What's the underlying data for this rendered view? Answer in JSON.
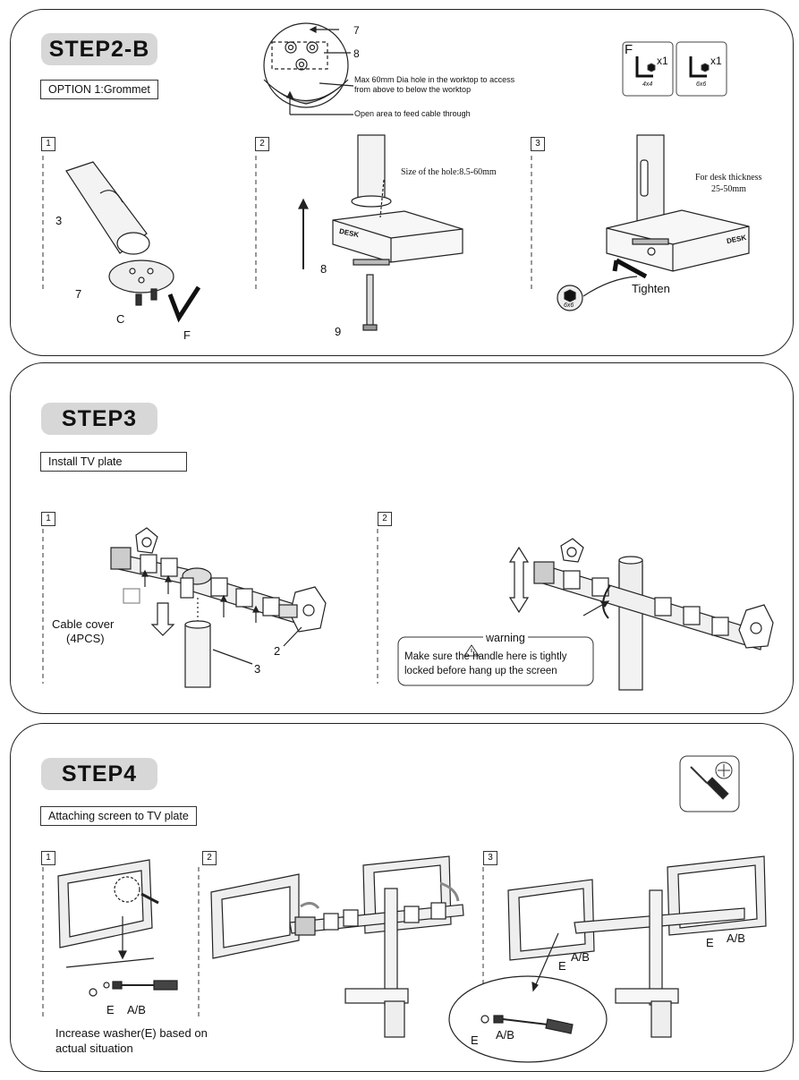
{
  "step2b": {
    "title": "STEP2-B",
    "option": "OPTION 1:Grommet",
    "grommet_labels": {
      "part7": "7",
      "part8": "8",
      "hole_note_line1": "Max 60mm Dia hole in the worktop to access",
      "hole_note_line2": "from above to below the worktop",
      "open_area": "Open area to feed cable through"
    },
    "tools": {
      "f_label": "F",
      "qty1": "x1",
      "qty2": "x1",
      "size1": "4x4",
      "size2": "6x6"
    },
    "sub1": {
      "num": "1",
      "l3": "3",
      "l7": "7",
      "lC": "C",
      "lF": "F"
    },
    "sub2": {
      "num": "2",
      "hole": "Size of the hole:8.5-60mm",
      "desk": "DESK",
      "l8": "8",
      "l9": "9"
    },
    "sub3": {
      "num": "3",
      "thick1": "For desk thickness",
      "thick2": "25-50mm",
      "desk": "DESK",
      "tighten": "Tighten",
      "hex": "6x6"
    }
  },
  "step3": {
    "title": "STEP3",
    "subtitle": "Install TV plate",
    "sub1": {
      "num": "1",
      "cable1": "Cable cover",
      "cable2": "(4PCS)",
      "l2": "2",
      "l3": "3"
    },
    "sub2": {
      "num": "2",
      "warning": "warning",
      "msg1": "Make  sure  the handle here is tightly",
      "msg2": "locked before hang up the screen"
    }
  },
  "step4": {
    "title": "STEP4",
    "subtitle": "Attaching screen to TV plate",
    "sub1": {
      "num": "1",
      "lE": "E",
      "lAB": "A/B",
      "note1": "Increase washer(E) based on",
      "note2": "actual situation"
    },
    "sub2": {
      "num": "2"
    },
    "sub3": {
      "num": "3",
      "lE1": "E",
      "lAB1": "A/B",
      "lE2": "E",
      "lAB2": "A/B",
      "lE3": "E",
      "lAB3": "A/B"
    }
  }
}
